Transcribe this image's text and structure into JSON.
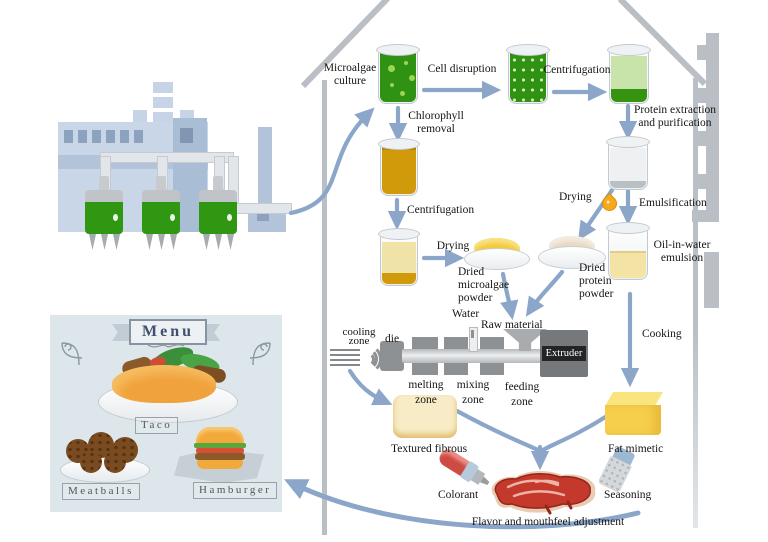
{
  "figure": {
    "type": "process-flow-diagram",
    "subject": "Microalgae-based meat analogue production"
  },
  "flow": {
    "microalgae_culture": "Microalgae\nculture",
    "cell_disruption": "Cell disruption",
    "centrifugation_top": "Centrifugation",
    "protein_extraction": "Protein extraction\nand purification",
    "chlorophyll_removal": "Chlorophyll\nremoval",
    "centrifugation_mid": "Centrifugation",
    "drying_left": "Drying",
    "dried_microalgae_powder": "Dried\nmicroalgae\npowder",
    "drying_right": "Drying",
    "dried_protein_powder": "Dried\nprotein\npowder",
    "emulsification": "Emulsification",
    "oil_in_water_emulsion": "Oil-in-water\nemulsion",
    "cooking": "Cooking",
    "water": "Water",
    "raw_material": "Raw material",
    "extruder": "Extruder",
    "cooling_zone": "cooling\nzone",
    "die": "die",
    "melting_zone": "melting\nzone",
    "mixing_zone": "mixing\nzone",
    "feeding_zone": "feeding\nzone",
    "textured_fibrous": "Textured fibrous",
    "fat_mimetic": "Fat mimetic",
    "colorant": "Colorant",
    "seasoning": "Seasoning",
    "flavor": "Flavor and mouthfeel adjustment"
  },
  "menu": {
    "title": "Menu",
    "items": [
      {
        "label": "Taco"
      },
      {
        "label": "Meatballs"
      },
      {
        "label": "Hamburger"
      }
    ]
  },
  "icons": {
    "oil_drop": "oil-droplet",
    "factory": "bioreactor-factory",
    "house": "processing-plant-outline"
  },
  "colors": {
    "arrow": "#8ba6c8",
    "algae_green": "#2f9212",
    "supernatant_green": "#c9e4ab",
    "amber": "#d19a0b",
    "pale_yellow": "#f0e3a8",
    "emulsion_yellow": "#f3e3a5",
    "fat_yellow": "#f6cf4d",
    "steak_red": "#c44536",
    "machine_gray": "#8d9194",
    "factory_blue": "#c9d6e8",
    "menu_bg": "#dde6ea"
  }
}
